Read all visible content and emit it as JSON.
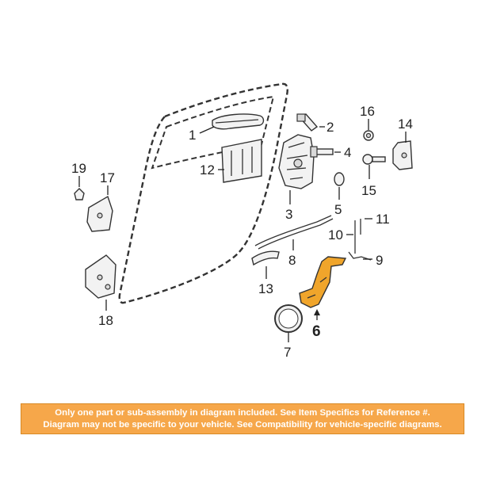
{
  "callouts": {
    "c1": "1",
    "c2": "2",
    "c3": "3",
    "c4": "4",
    "c5": "5",
    "c6": "6",
    "c7": "7",
    "c8": "8",
    "c9": "9",
    "c10": "10",
    "c11": "11",
    "c12": "12",
    "c13": "13",
    "c14": "14",
    "c15": "15",
    "c16": "16",
    "c17": "17",
    "c18": "18",
    "c19": "19"
  },
  "highlighted_part": "6",
  "colors": {
    "highlight": "#f0a52b",
    "banner_bg": "#f6a74a",
    "banner_text": "#ffffff"
  },
  "banner": {
    "line1": "Only one part or sub-assembly in diagram included. See Item Specifics for Reference #.",
    "line2": "Diagram may not be specific to your vehicle. See Compatibility for vehicle-specific diagrams."
  }
}
